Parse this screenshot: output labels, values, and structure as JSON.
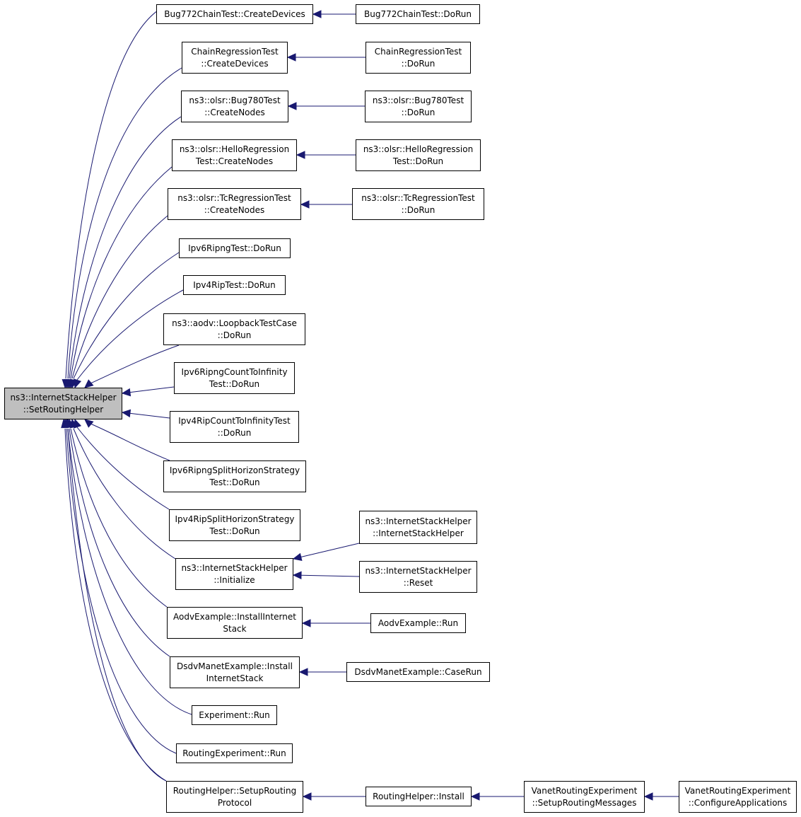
{
  "colors": {
    "edge": "#191970",
    "node_border": "#000000",
    "node_fill": "#ffffff",
    "root_fill": "#bfbfbf"
  },
  "nodes": {
    "root": [
      "ns3::InternetStackHelper",
      "::SetRoutingHelper"
    ],
    "bug772_create": [
      "Bug772ChainTest::CreateDevices"
    ],
    "bug772_dorun": [
      "Bug772ChainTest::DoRun"
    ],
    "chain_create": [
      "ChainRegressionTest",
      "::CreateDevices"
    ],
    "chain_dorun": [
      "ChainRegressionTest",
      "::DoRun"
    ],
    "bug780_create": [
      "ns3::olsr::Bug780Test",
      "::CreateNodes"
    ],
    "bug780_dorun": [
      "ns3::olsr::Bug780Test",
      "::DoRun"
    ],
    "hello_create": [
      "ns3::olsr::HelloRegression",
      "Test::CreateNodes"
    ],
    "hello_dorun": [
      "ns3::olsr::HelloRegression",
      "Test::DoRun"
    ],
    "tc_create": [
      "ns3::olsr::TcRegressionTest",
      "::CreateNodes"
    ],
    "tc_dorun": [
      "ns3::olsr::TcRegressionTest",
      "::DoRun"
    ],
    "ripng_dorun": [
      "Ipv6RipngTest::DoRun"
    ],
    "rip_dorun": [
      "Ipv4RipTest::DoRun"
    ],
    "aodv_loopback": [
      "ns3::aodv::LoopbackTestCase",
      "::DoRun"
    ],
    "ripng_count": [
      "Ipv6RipngCountToInfinity",
      "Test::DoRun"
    ],
    "rip_count": [
      "Ipv4RipCountToInfinityTest",
      "::DoRun"
    ],
    "ripng_split": [
      "Ipv6RipngSplitHorizonStrategy",
      "Test::DoRun"
    ],
    "rip_split": [
      "Ipv4RipSplitHorizonStrategy",
      "Test::DoRun"
    ],
    "ish_initialize": [
      "ns3::InternetStackHelper",
      "::Initialize"
    ],
    "ish_ctor": [
      "ns3::InternetStackHelper",
      "::InternetStackHelper"
    ],
    "ish_reset": [
      "ns3::InternetStackHelper",
      "::Reset"
    ],
    "aodv_install": [
      "AodvExample::InstallInternet",
      "Stack"
    ],
    "aodv_run": [
      "AodvExample::Run"
    ],
    "dsdv_install": [
      "DsdvManetExample::Install",
      "InternetStack"
    ],
    "dsdv_caserun": [
      "DsdvManetExample::CaseRun"
    ],
    "experiment_run": [
      "Experiment::Run"
    ],
    "routing_exp_run": [
      "RoutingExperiment::Run"
    ],
    "rh_setup": [
      "RoutingHelper::SetupRouting",
      "Protocol"
    ],
    "rh_install": [
      "RoutingHelper::Install"
    ],
    "vanet_setup": [
      "VanetRoutingExperiment",
      "::SetupRoutingMessages"
    ],
    "vanet_config": [
      "VanetRoutingExperiment",
      "::ConfigureApplications"
    ]
  }
}
